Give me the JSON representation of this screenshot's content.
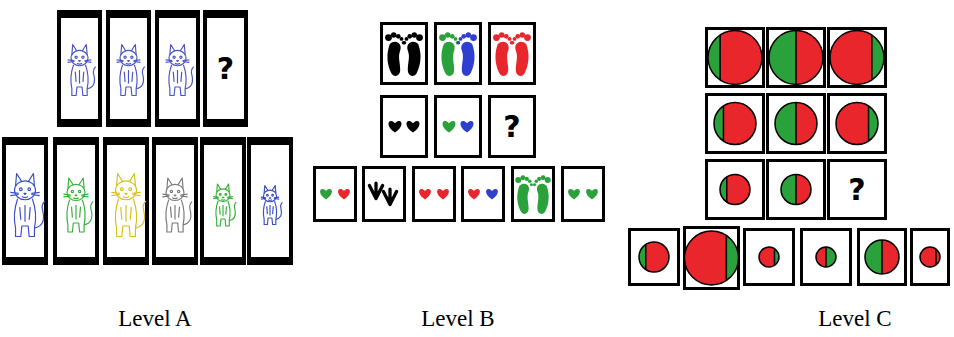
{
  "diagram": {
    "nodes": [
      {
        "text": [
          "?"
        ]
      },
      {
        "text": [
          "?"
        ]
      },
      {
        "text": [
          "?"
        ]
      }
    ],
    "labels": [
      "Level A",
      "Level B",
      "Level C"
    ]
  }
}
